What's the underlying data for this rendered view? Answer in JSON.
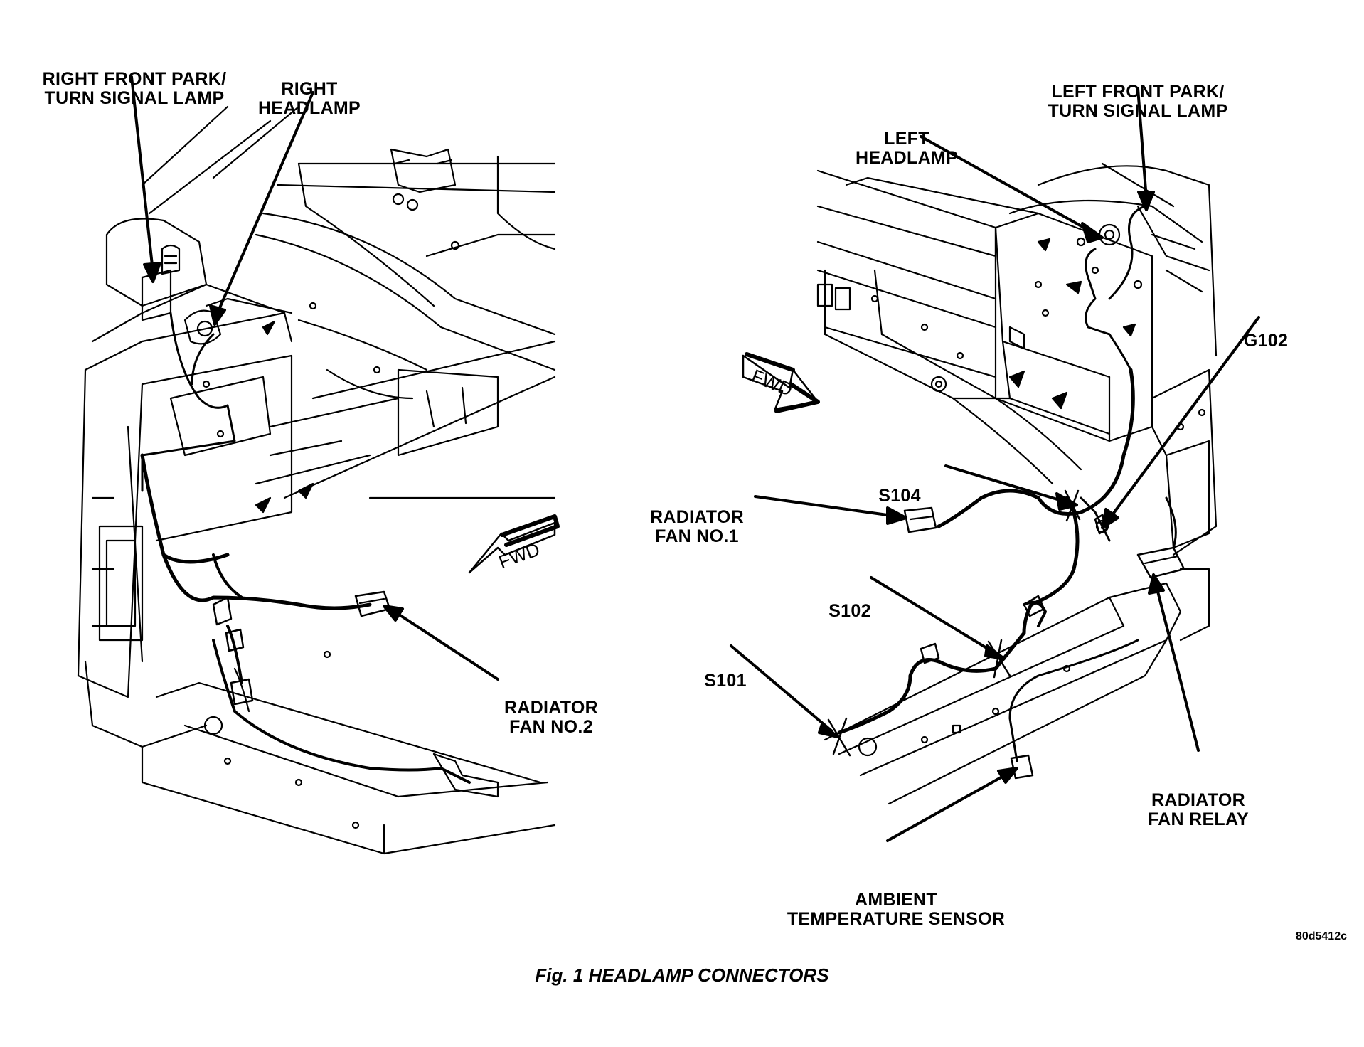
{
  "labels": {
    "right_park_lamp": [
      "RIGHT FRONT PARK/",
      "TURN SIGNAL LAMP"
    ],
    "right_headlamp": [
      "RIGHT",
      "HEADLAMP"
    ],
    "left_park_lamp": [
      "LEFT FRONT PARK/",
      "TURN SIGNAL LAMP"
    ],
    "left_headlamp": [
      "LEFT",
      "HEADLAMP"
    ],
    "g102": "G102",
    "s104": "S104",
    "radiator_fan_1": [
      "RADIATOR",
      "FAN NO.1"
    ],
    "s102": "S102",
    "s101": "S101",
    "radiator_fan_2": [
      "RADIATOR",
      "FAN NO.2"
    ],
    "radiator_fan_relay": [
      "RADIATOR",
      "FAN RELAY"
    ],
    "ambient_sensor": [
      "AMBIENT",
      "TEMPERATURE SENSOR"
    ],
    "fwd_left": "FWD",
    "fwd_right": "FWD"
  },
  "figure_code": "80d5412c",
  "caption": "Fig. 1 HEADLAMP CONNECTORS",
  "colors": {
    "ink": "#000000",
    "paper": "#ffffff"
  }
}
